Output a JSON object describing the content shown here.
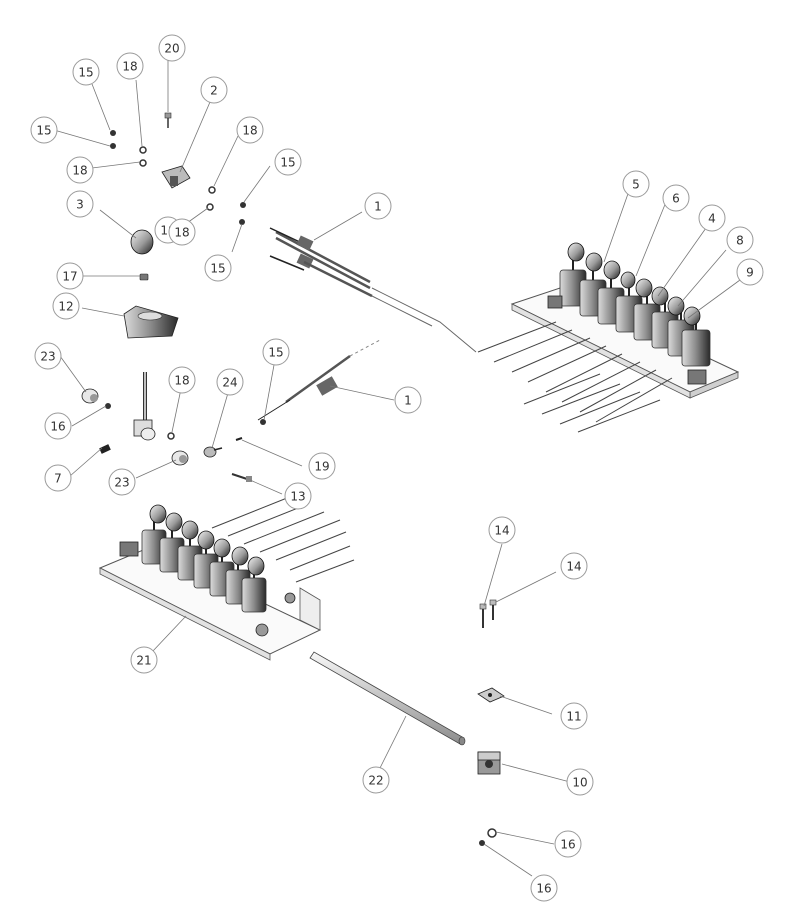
{
  "diagram": {
    "type": "exploded-parts-view",
    "callouts": [
      {
        "id": "c20a",
        "label": "20"
      },
      {
        "id": "c2",
        "label": "2"
      },
      {
        "id": "c18a",
        "label": "18"
      },
      {
        "id": "c15a",
        "label": "15"
      },
      {
        "id": "c15b",
        "label": "15"
      },
      {
        "id": "c18b",
        "label": "18"
      },
      {
        "id": "c18c",
        "label": "18"
      },
      {
        "id": "c18d",
        "label": "18"
      },
      {
        "id": "c15c",
        "label": "15"
      },
      {
        "id": "c3",
        "label": "3"
      },
      {
        "id": "c18e",
        "label": "18"
      },
      {
        "id": "c15d",
        "label": "15"
      },
      {
        "id": "c1a",
        "label": "1"
      },
      {
        "id": "c5",
        "label": "5"
      },
      {
        "id": "c6",
        "label": "6"
      },
      {
        "id": "c4",
        "label": "4"
      },
      {
        "id": "c8",
        "label": "8"
      },
      {
        "id": "c9",
        "label": "9"
      },
      {
        "id": "c17",
        "label": "17"
      },
      {
        "id": "c12",
        "label": "12"
      },
      {
        "id": "c23a",
        "label": "23"
      },
      {
        "id": "c15e",
        "label": "15"
      },
      {
        "id": "c18f",
        "label": "18"
      },
      {
        "id": "c24",
        "label": "24"
      },
      {
        "id": "c16a",
        "label": "16"
      },
      {
        "id": "c1b",
        "label": "1"
      },
      {
        "id": "c7",
        "label": "7"
      },
      {
        "id": "c23b",
        "label": "23"
      },
      {
        "id": "c19",
        "label": "19"
      },
      {
        "id": "c13",
        "label": "13"
      },
      {
        "id": "c14a",
        "label": "14"
      },
      {
        "id": "c14b",
        "label": "14"
      },
      {
        "id": "c21",
        "label": "21"
      },
      {
        "id": "c11",
        "label": "11"
      },
      {
        "id": "c22",
        "label": "22"
      },
      {
        "id": "c10",
        "label": "10"
      },
      {
        "id": "c16b",
        "label": "16"
      },
      {
        "id": "c16c",
        "label": "16"
      }
    ]
  }
}
